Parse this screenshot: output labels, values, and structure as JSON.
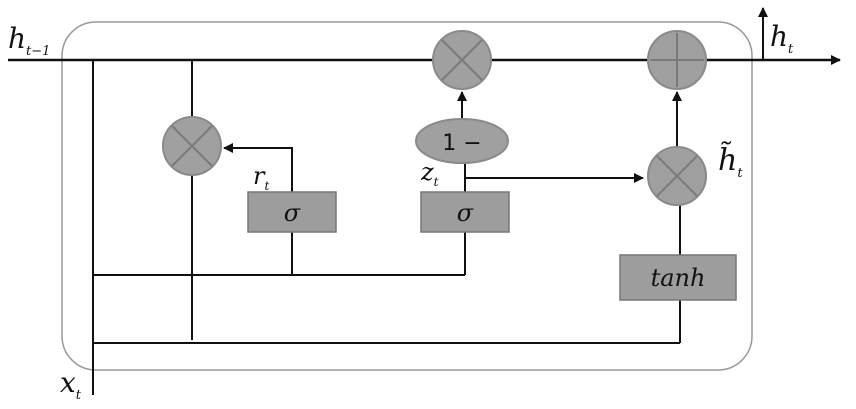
{
  "diagram": {
    "title": "",
    "labels": {
      "h_prev": "h",
      "h_prev_sub": "t−1",
      "h_out": "h",
      "h_out_sub": "t",
      "x_in": "x",
      "x_in_sub": "t",
      "r_gate": "r",
      "r_gate_sub": "t",
      "z_gate": "z",
      "z_gate_sub": "t",
      "h_tilde": "h̃",
      "h_tilde_sub": "t"
    },
    "boxes": {
      "sigma_r": "σ",
      "sigma_z": "σ",
      "tanh": "tanh"
    },
    "one_minus": "1 −",
    "operators": {
      "multiply": "×",
      "add": "+"
    },
    "colors": {
      "node_fill": "#a0a0a0",
      "node_stroke": "#8a8a8a",
      "box_fill": "#9d9d9d",
      "line": "#111111",
      "frame": "#9a9a9a"
    }
  }
}
